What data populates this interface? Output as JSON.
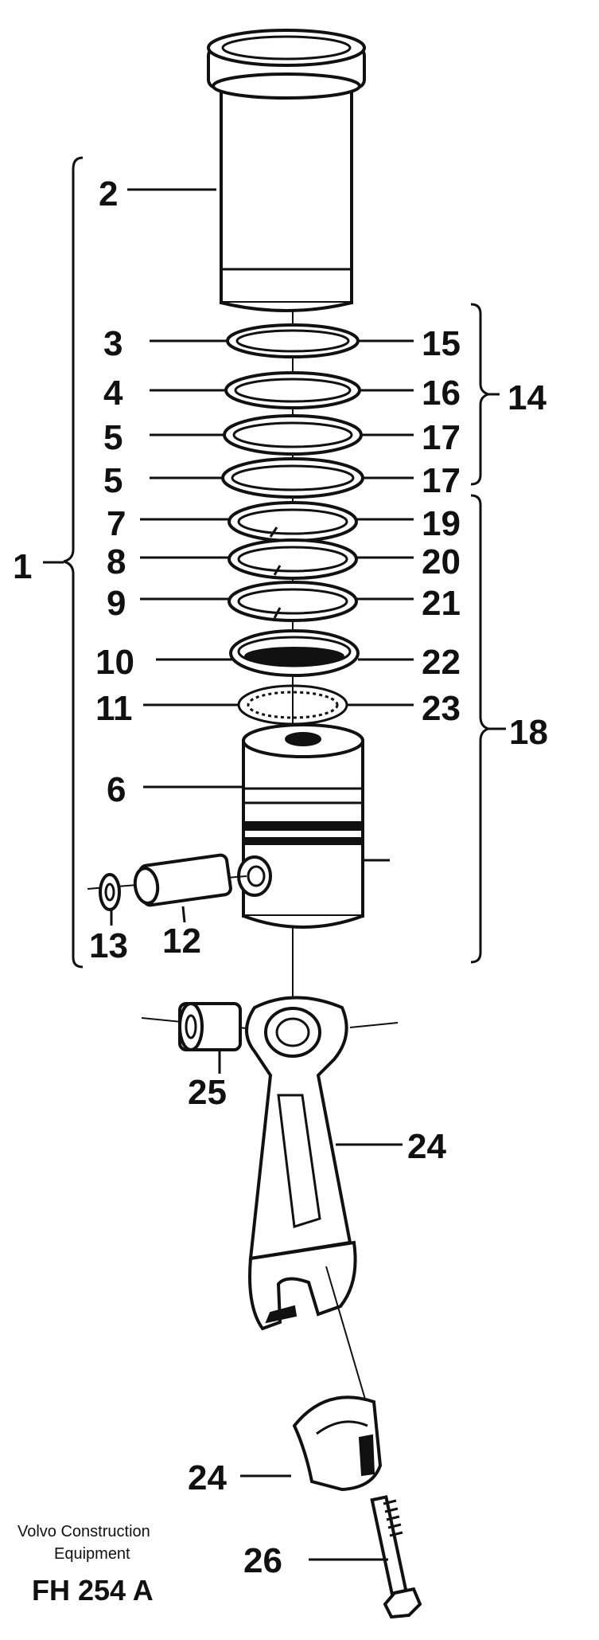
{
  "diagram": {
    "callouts": {
      "c1": "1",
      "c2": "2",
      "c3": "3",
      "c4": "4",
      "c5a": "5",
      "c5b": "5",
      "c6": "6",
      "c7": "7",
      "c8": "8",
      "c9": "9",
      "c10": "10",
      "c11": "11",
      "c12": "12",
      "c13": "13",
      "c14": "14",
      "c15": "15",
      "c16": "16",
      "c17a": "17",
      "c17b": "17",
      "c18": "18",
      "c19": "19",
      "c20": "20",
      "c21": "21",
      "c22": "22",
      "c23": "23",
      "c24a": "24",
      "c24b": "24",
      "c25": "25",
      "c26": "26"
    }
  },
  "footer": {
    "maker_line1": "Volvo Construction",
    "maker_line2": "Equipment",
    "drawing_code": "FH 254 A"
  }
}
